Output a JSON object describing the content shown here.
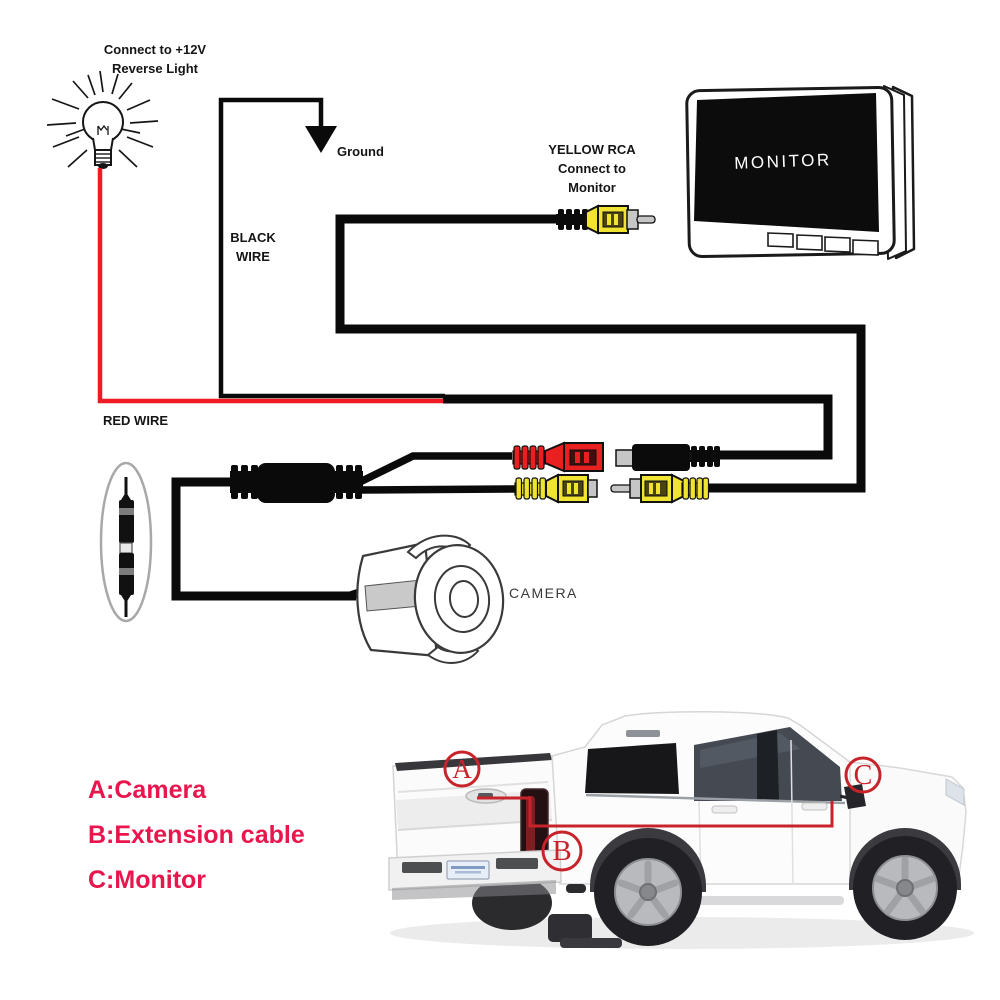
{
  "wiring": {
    "reverse_light": {
      "line1": "Connect to +12V",
      "line2": "Reverse Light"
    },
    "ground": "Ground",
    "black_wire": {
      "line1": "BLACK",
      "line2": "WIRE"
    },
    "red_wire": "RED WIRE",
    "yellow_rca": {
      "line1": "YELLOW RCA",
      "line2": "Connect to",
      "line3": "Monitor"
    },
    "monitor_screen": "MONITOR",
    "camera": "CAMERA"
  },
  "truck_markers": {
    "a": "A",
    "b": "B",
    "c": "C"
  },
  "legend": {
    "a": "A:Camera",
    "b": "B:Extension cable",
    "c": "C:Monitor"
  },
  "colors": {
    "wire_red": "#ee1b24",
    "wire_black": "#0a0a0a",
    "rca_yellow": "#f0e430",
    "rca_red": "#e8201f",
    "connector_grey": "#c6c6c6",
    "marker_red": "#c8232a",
    "legend_pink": "#e8164d"
  }
}
